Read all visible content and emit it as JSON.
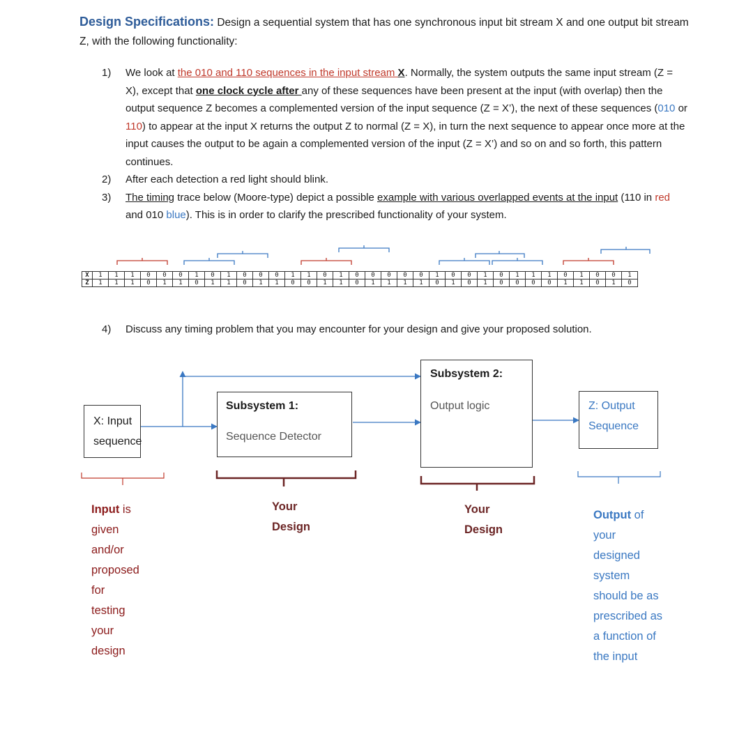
{
  "header": {
    "title": "Design Specifications:",
    "intro": "Design a sequential system that has one synchronous input bit stream X and one output bit stream Z, with the following functionality:"
  },
  "items": [
    {
      "num": "1)"
    },
    {
      "num": "2)",
      "text": "After each detection a red light should blink."
    },
    {
      "num": "3)"
    }
  ],
  "item1": {
    "a": "We look at ",
    "b": "the  010 and 110 sequences in the input stream ",
    "c": "X",
    "d": ". Normally, the system outputs the same input stream (Z = X), except that ",
    "e": "one clock cycle after ",
    "f": "any of these sequences have been present at the input (with overlap) then the output sequence Z becomes a complemented version of the input sequence (Z = X’), the next of these sequences (",
    "g": "010",
    "h": " or ",
    "i": "110",
    "j": ") to appear at the input X returns the output Z to normal (Z = X), in turn the next sequence to appear once more at the input causes the output to be again a complemented version of the input (Z = X’) and so on and so forth, this pattern continues."
  },
  "item3": {
    "a": "The timing",
    "b": " trace below (Moore-type) depict a possible ",
    "c": "example with various overlapped events at the input",
    "d": " (110 in ",
    "e": "red",
    "f": " and 010 ",
    "g": "blue",
    "h": "). This is in order to clarify the prescribed functionality of your system."
  },
  "trace": {
    "x_label": "X",
    "z_label": "Z",
    "x": [
      "1",
      "1",
      "1",
      "0",
      "0",
      "0",
      "1",
      "0",
      "1",
      "0",
      "0",
      "0",
      "1",
      "1",
      "0",
      "1",
      "0",
      "0",
      "0",
      "0",
      "0",
      "1",
      "0",
      "0",
      "1",
      "0",
      "1",
      "1",
      "1",
      "0",
      "1",
      "0",
      "0",
      "1"
    ],
    "z": [
      "1",
      "1",
      "1",
      "0",
      "1",
      "1",
      "0",
      "1",
      "1",
      "0",
      "1",
      "1",
      "0",
      "0",
      "1",
      "1",
      "0",
      "1",
      "1",
      "1",
      "1",
      "0",
      "1",
      "0",
      "1",
      "0",
      "0",
      "0",
      "0",
      "1",
      "1",
      "0",
      "1",
      "0"
    ]
  },
  "item4": {
    "num": "4)",
    "text": "Discuss any timing problem that you may encounter for your design and give your proposed solution."
  },
  "diagram": {
    "input_box": {
      "line1": "X: Input",
      "line2": "sequence"
    },
    "sub1": {
      "title": "Subsystem 1:",
      "sub": "Sequence Detector"
    },
    "sub2": {
      "title": "Subsystem 2:",
      "sub": "Output logic"
    },
    "output_box": {
      "line1": "Z: Output",
      "line2": "Sequence"
    },
    "cap_input": {
      "bold": "Input",
      "rest": " is",
      "lines": [
        "given",
        "and/or",
        "proposed",
        "for",
        "testing",
        "your",
        "design"
      ]
    },
    "cap_design1": [
      "Your",
      "Design"
    ],
    "cap_design2": [
      "Your",
      "Design"
    ],
    "cap_output": {
      "bold": "Output",
      "rest": " of",
      "lines": [
        "your",
        "designed",
        "system",
        "should be as",
        "prescribed as",
        "a function of",
        "the input"
      ]
    }
  },
  "colors": {
    "blue": "#3a78c2",
    "red": "#c0392b",
    "dark_red": "#6b2424"
  }
}
